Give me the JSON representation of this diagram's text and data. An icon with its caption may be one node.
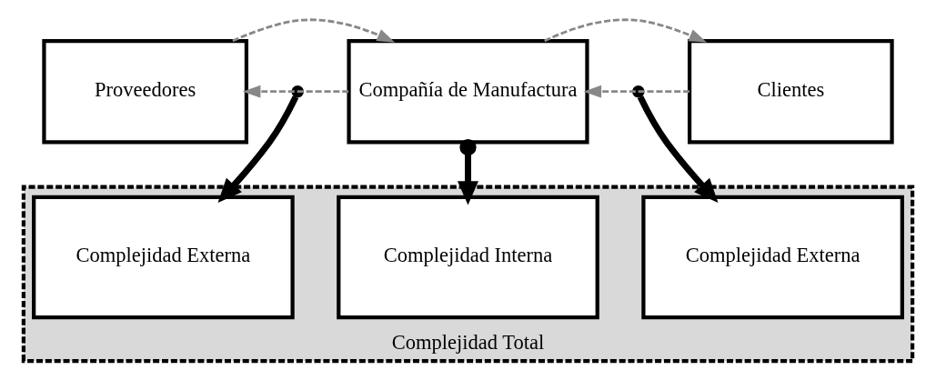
{
  "diagram": {
    "nodes": [
      {
        "text": [
          "Proveedores"
        ]
      },
      {
        "text": [
          "Compañía de Manufactura"
        ]
      },
      {
        "text": [
          "Clientes"
        ]
      },
      {
        "text": [
          "Complejidad Total"
        ]
      },
      {
        "text": [
          "Complejidad Externa"
        ],
        "in": 3
      },
      {
        "text": [
          "Complejidad Interna"
        ],
        "in": 3
      },
      {
        "text": [
          "Complejidad Externa"
        ],
        "in": 3
      }
    ],
    "edges": [
      {
        "from": 0,
        "to": 1,
        "arrow": "to",
        "style": "dashed",
        "color": "#888888"
      },
      {
        "from": 1,
        "to": 0,
        "arrow": "to",
        "style": "dashed",
        "color": "#888888"
      },
      {
        "from": 1,
        "to": 2,
        "arrow": "to",
        "style": "dashed",
        "color": "#888888"
      },
      {
        "from": 2,
        "to": 1,
        "arrow": "to",
        "style": "dashed",
        "color": "#888888"
      },
      {
        "from": null,
        "to": 4,
        "arrow": "to",
        "style": "thick",
        "color": "#000000"
      },
      {
        "from": 1,
        "to": 5,
        "arrow": "to",
        "style": "thick",
        "color": "#000000"
      },
      {
        "from": null,
        "to": 6,
        "arrow": "to",
        "style": "thick",
        "color": "#000000"
      }
    ]
  }
}
